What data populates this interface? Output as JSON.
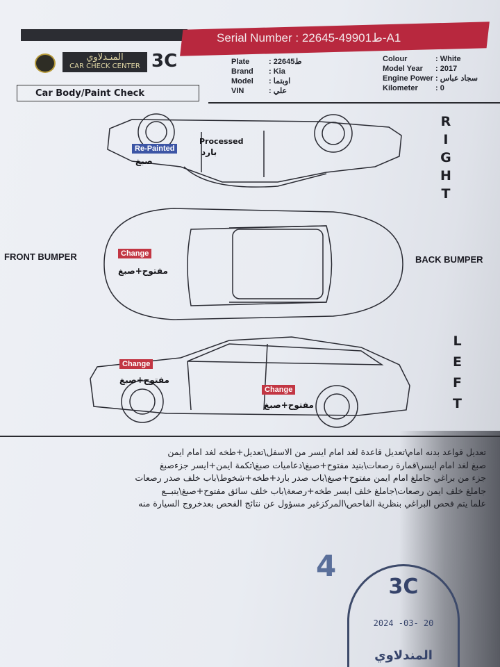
{
  "header": {
    "serial_label": "Serial Number :",
    "serial_value": "ط49901-22645-A1"
  },
  "logo": {
    "arabic": "المنـدلاوي",
    "english": "CAR CHECK CENTER",
    "mark": "3C"
  },
  "info_left": [
    {
      "k": "Plate",
      "v": ": ط22645"
    },
    {
      "k": "Brand",
      "v": ": Kia"
    },
    {
      "k": "Model",
      "v": ": اوبتما"
    },
    {
      "k": "VIN",
      "v": ": علي"
    }
  ],
  "info_right": [
    {
      "k": "Colour",
      "v": ": White"
    },
    {
      "k": "Model Year",
      "v": ": 2017"
    },
    {
      "k": "Engine Power",
      "v": ": سجاد عباس"
    },
    {
      "k": "Kilometer",
      "v": ": 0"
    }
  ],
  "section_title": "Car Body/Paint Check",
  "sides": {
    "right": [
      "R",
      "I",
      "G",
      "H",
      "T"
    ],
    "left": [
      "L",
      "E",
      "F",
      "T"
    ],
    "front": "FRONT BUMPER",
    "back": "BACK BUMPER"
  },
  "marks": {
    "right_repainted": "Re-Painted",
    "right_repainted_note": "صبغ",
    "right_processed": "Processed",
    "right_processed_note": "بارد",
    "top_change": "Change",
    "top_change_note": "مفتوح+صبغ",
    "left_front_change": "Change",
    "left_front_note": "مفتوح+صبغ",
    "left_door_change": "Change",
    "left_door_note": "مفتوح+صبغ"
  },
  "notes": [
    "تعديل قواعد بدنه امام\\تعديل قاعدة لغد امام ايسر من الاسفل\\تعديل+طخه لغد امام ايمن",
    "صبغ لغد امام ايسر\\قمارة رصعات\\بنيد مفتوح+صبغ\\دعاميات صبغ\\تكمة ايمن+ايسر جزءصبغ",
    "جزء من براغي جاملغ امام ايمن مفتوح+صبغ\\باب صدر بارد+طخه+شخوط\\باب خلف صدر رصعات",
    "جاملغ خلف ايمن رصعات\\جاملغ خلف ايسر طخه+رصعة\\باب خلف سائق مفتوح+صبغ\\يتبــع",
    "علما يتم فحص البراغي بنظرية الفاحص\\المركزغير مسؤول عن نتائج الفحص بعدخروج السيارة منه"
  ],
  "page_number": "4",
  "stamp": {
    "top": "3C",
    "date": "2024 -03- 20",
    "bottom": "المندلاوي"
  }
}
